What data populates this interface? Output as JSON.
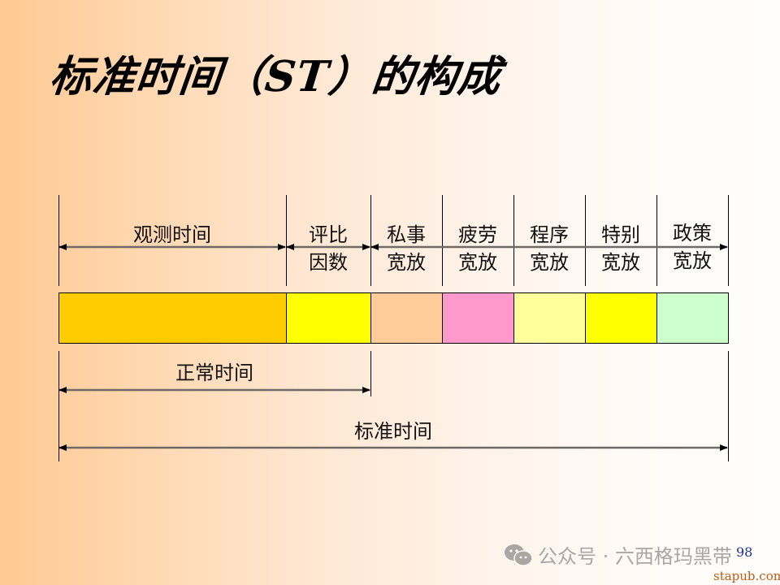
{
  "slide": {
    "title": "标准时间（ST）的构成",
    "page_number": "98"
  },
  "diagram": {
    "top_labels": [
      {
        "line1": "观测时间",
        "line2": ""
      },
      {
        "line1": "评比",
        "line2": "因数"
      },
      {
        "line1": "私事",
        "line2": "宽放"
      },
      {
        "line1": "疲劳",
        "line2": "宽放"
      },
      {
        "line1": "程序",
        "line2": "宽放"
      },
      {
        "line1": "特别",
        "line2": "宽放"
      },
      {
        "line1": "政策",
        "line2": "宽放"
      }
    ],
    "segments": [
      {
        "name": "观测时间",
        "color": "#ffcc00"
      },
      {
        "name": "评比因数",
        "color": "#ffff00"
      },
      {
        "name": "私事宽放",
        "color": "#ffcc99"
      },
      {
        "name": "疲劳宽放",
        "color": "#ff99cc"
      },
      {
        "name": "程序宽放",
        "color": "#ffff99"
      },
      {
        "name": "特别宽放",
        "color": "#ffff00"
      },
      {
        "name": "政策宽放",
        "color": "#ccffcc"
      }
    ],
    "normal_time_label": "正常时间",
    "standard_time_label": "标准时间"
  },
  "watermark": {
    "icon": "wechat-icon",
    "text": "公众号 · 六西格玛黑带",
    "site": "stapub.com"
  }
}
